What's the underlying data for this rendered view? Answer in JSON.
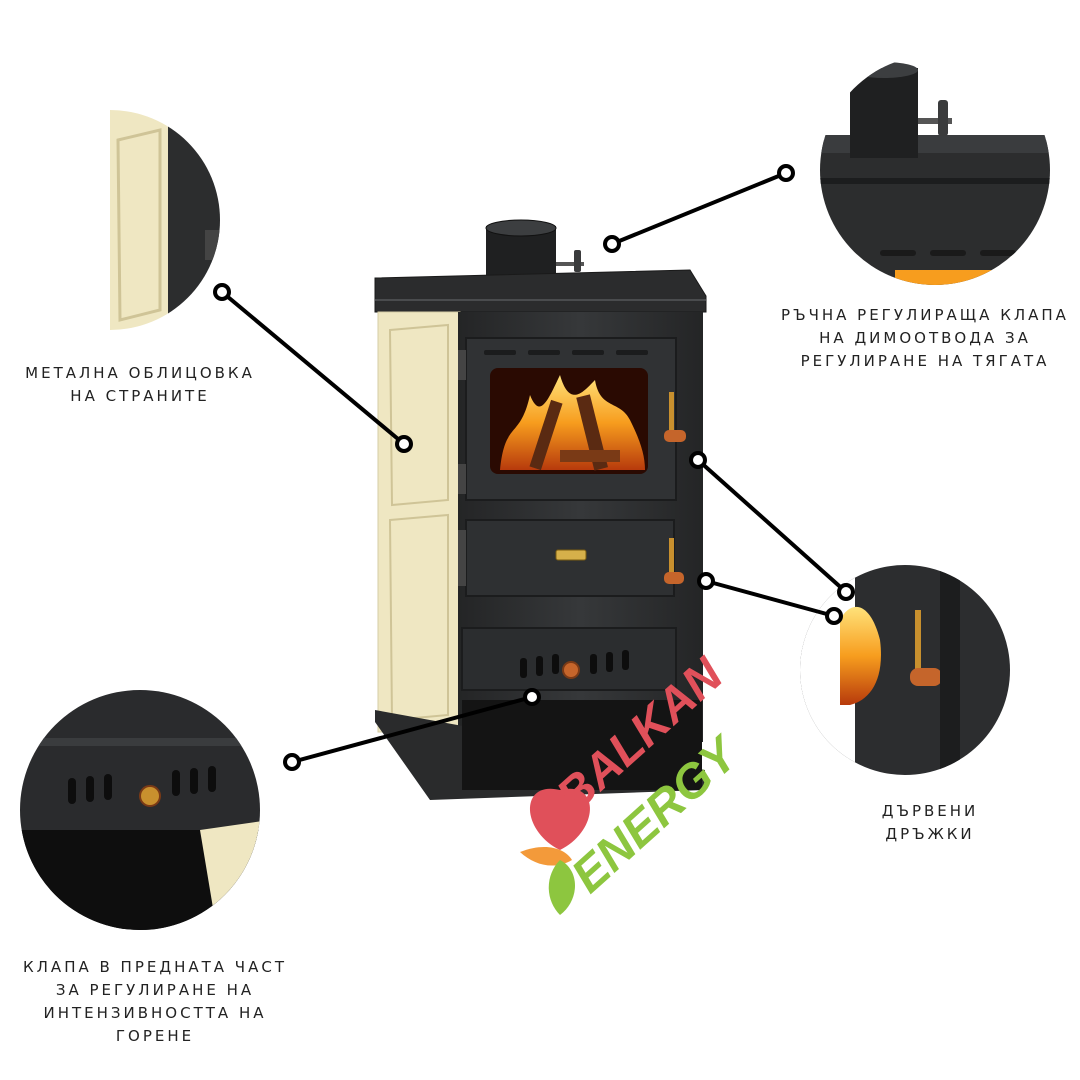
{
  "brand": {
    "text_top": "BALKAN",
    "text_bottom": "ENERGY"
  },
  "callouts": {
    "side_cladding": {
      "lines": [
        "МЕТАЛНА ОБЛИЦОВКА",
        "НА СТРАНИТЕ"
      ]
    },
    "flue_damper": {
      "lines": [
        "РЪЧНА РЕГУЛИРАЩА КЛАПА",
        "НА ДИМООТВОДА ЗА",
        "РЕГУЛИРАНЕ НА ТЯГАТА"
      ]
    },
    "wooden_handles": {
      "lines": [
        "ДЪРВЕНИ",
        "ДРЪЖКИ"
      ]
    },
    "front_damper": {
      "lines": [
        "КЛАПА В ПРЕДНАТА ЧАСТ",
        "ЗА РЕГУЛИРАНЕ НА",
        "ИНТЕНЗИВНОСТТА НА",
        "ГОРЕНЕ"
      ]
    }
  },
  "colors": {
    "stove_body": "#2f3031",
    "stove_dark": "#1f2021",
    "cladding": "#efe7c2",
    "brass": "#c8902e",
    "wood": "#c5652b",
    "logo_red": "#e0505a",
    "logo_green": "#8dc63f",
    "logo_orange": "#f39a3a"
  }
}
